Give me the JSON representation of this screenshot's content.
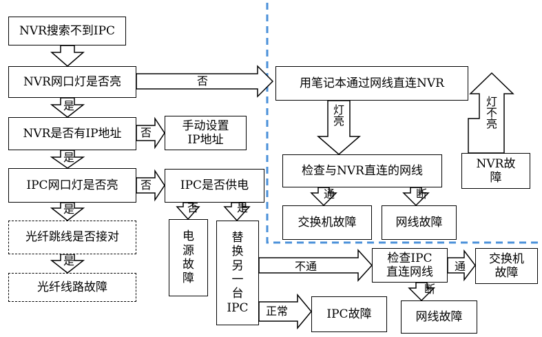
{
  "nodes": {
    "start": "NVR搜索不到IPC",
    "nvr_port_light": "NVR网口灯是否亮",
    "nvr_has_ip": "NVR是否有IP地址",
    "ipc_port_light": "IPC网口灯是否亮",
    "fiber_jumper": "光纤跳线是否接对",
    "fiber_fault": "光纤线路故障",
    "manual_ip": "手动设置\nIP地址",
    "ipc_power": "IPC是否供电",
    "power_fault": "电\n源\n故\n障",
    "replace_ipc": "替\n换\n另\n一\n台\nIPC",
    "laptop_direct": "用笔记本通过网线直连NVR",
    "check_nvr_cable": "检查与NVR直连的网线",
    "switch_fault_1": "交换机故障",
    "cable_fault_1": "网线故障",
    "nvr_fault": "NVR故\n障",
    "check_ipc_cable": "检查IPC\n直连网线",
    "switch_fault_2": "交换机\n故障",
    "ipc_fault": "IPC故障",
    "cable_fault_2": "网线故障"
  },
  "labels": {
    "no": "否",
    "yes": "是",
    "light_on": "灯\n亮",
    "light_off": "灯\n不\n亮",
    "pass": "通",
    "broken": "断",
    "not_pass": "不通",
    "normal": "正常"
  },
  "colors": {
    "dashed_divider": "#4a90d9",
    "line": "#000000",
    "background": "#ffffff"
  }
}
